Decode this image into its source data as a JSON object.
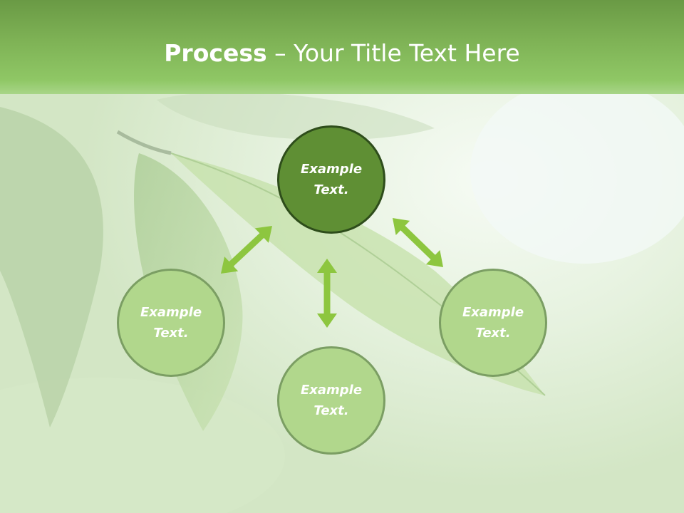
{
  "title": {
    "bold": "Process",
    "rest": " – Your Title Text Here"
  },
  "colors": {
    "header": "#7fb356",
    "arrow": "#8dc63f",
    "circle_light": "#b1d78c",
    "circle_dark": "#5f8f34"
  },
  "nodes": [
    {
      "id": "top",
      "label": "Example\nText.",
      "style": "dark"
    },
    {
      "id": "left",
      "label": "Example\nText.",
      "style": "light"
    },
    {
      "id": "right",
      "label": "Example\nText.",
      "style": "light"
    },
    {
      "id": "bottom",
      "label": "Example\nText.",
      "style": "light"
    }
  ],
  "arrows": [
    {
      "name": "arrow-left-top",
      "type": "double-headed"
    },
    {
      "name": "arrow-top-right",
      "type": "double-headed"
    },
    {
      "name": "arrow-vertical-center",
      "type": "double-headed"
    }
  ]
}
